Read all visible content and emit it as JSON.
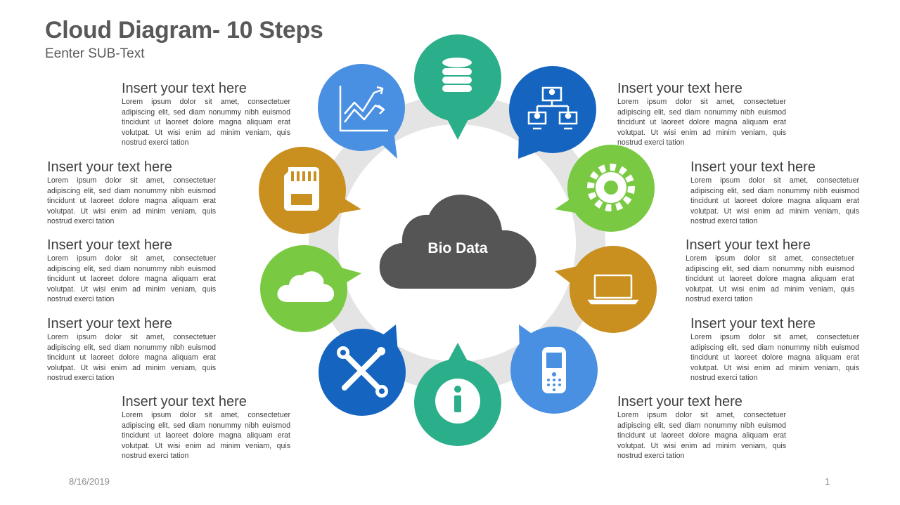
{
  "header": {
    "title": "Cloud Diagram- 10 Steps",
    "subtitle": "Eenter SUB-Text"
  },
  "center": {
    "label": "Bio Data",
    "color": "#555555"
  },
  "ring_color": "#e4e4e4",
  "steps": [
    {
      "icon": "database-icon",
      "color": "#2bae8a"
    },
    {
      "icon": "network-icon",
      "color": "#1565c0"
    },
    {
      "icon": "gear-icon",
      "color": "#7ac943"
    },
    {
      "icon": "laptop-icon",
      "color": "#c98f1f"
    },
    {
      "icon": "mobile-phone-icon",
      "color": "#4a90e2"
    },
    {
      "icon": "info-icon",
      "color": "#2bae8a"
    },
    {
      "icon": "tools-icon",
      "color": "#1565c0"
    },
    {
      "icon": "cloud-icon",
      "color": "#7ac943"
    },
    {
      "icon": "sd-card-icon",
      "color": "#c98f1f"
    },
    {
      "icon": "growth-chart-icon",
      "color": "#4a90e2"
    }
  ],
  "text_blocks": [
    {
      "heading": "Insert your text here",
      "body": "Lorem ipsum dolor sit amet, consectetuer adipiscing elit, sed diam nonummy nibh euismod tincidunt ut laoreet dolore magna aliquam erat volutpat. Ut wisi enim ad minim veniam, quis nostrud exerci tation"
    },
    {
      "heading": "Insert your text here",
      "body": "Lorem ipsum dolor sit amet, consectetuer adipiscing elit, sed diam nonummy nibh euismod tincidunt ut laoreet dolore magna aliquam erat volutpat. Ut wisi enim ad minim veniam, quis nostrud exerci tation"
    },
    {
      "heading": "Insert your text here",
      "body": "Lorem ipsum dolor sit amet, consectetuer adipiscing elit, sed diam nonummy nibh euismod tincidunt ut laoreet dolore magna aliquam erat volutpat. Ut wisi enim ad minim veniam, quis nostrud exerci tation"
    },
    {
      "heading": "Insert your text here",
      "body": "Lorem ipsum dolor sit amet, consectetuer adipiscing elit, sed diam nonummy nibh euismod tincidunt ut laoreet dolore magna aliquam erat volutpat. Ut wisi enim ad minim veniam, quis nostrud exerci tation"
    },
    {
      "heading": "Insert your text here",
      "body": "Lorem ipsum dolor sit amet, consectetuer adipiscing elit, sed diam nonummy nibh euismod tincidunt ut laoreet dolore magna aliquam erat volutpat. Ut wisi enim ad minim veniam, quis nostrud exerci tation"
    },
    {
      "heading": "Insert your text here",
      "body": "Lorem ipsum dolor sit amet, consectetuer adipiscing elit, sed diam nonummy nibh euismod tincidunt ut laoreet dolore magna aliquam erat volutpat. Ut wisi enim ad minim veniam, quis nostrud exerci tation"
    },
    {
      "heading": "Insert your text here",
      "body": "Lorem ipsum dolor sit amet, consectetuer adipiscing elit, sed diam nonummy nibh euismod tincidunt ut laoreet dolore magna aliquam erat volutpat. Ut wisi enim ad minim veniam, quis nostrud exerci tation"
    },
    {
      "heading": "Insert your text here",
      "body": "Lorem ipsum dolor sit amet, consectetuer adipiscing elit, sed diam nonummy nibh euismod tincidunt ut laoreet dolore magna aliquam erat volutpat. Ut wisi enim ad minim veniam, quis nostrud exerci tation"
    },
    {
      "heading": "Insert your text here",
      "body": "Lorem ipsum dolor sit amet, consectetuer adipiscing elit, sed diam nonummy nibh euismod tincidunt ut laoreet dolore magna aliquam erat volutpat. Ut wisi enim ad minim veniam, quis nostrud exerci tation"
    },
    {
      "heading": "Insert your text here",
      "body": "Lorem ipsum dolor sit amet, consectetuer adipiscing elit, sed diam nonummy nibh euismod tincidunt ut laoreet dolore magna aliquam erat volutpat. Ut wisi enim ad minim veniam, quis nostrud exerci tation"
    }
  ],
  "footer": {
    "date": "8/16/2019",
    "page": "1"
  }
}
